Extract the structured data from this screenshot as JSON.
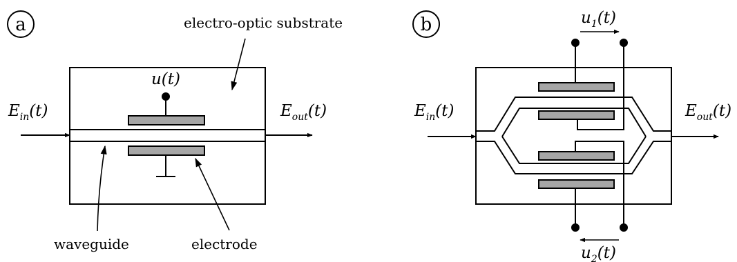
{
  "panel_a": {
    "letter": "a",
    "substrate_label": "electro-optic substrate",
    "voltage": {
      "main": "u(t)"
    },
    "input": {
      "main": "E",
      "sub": "in",
      "arg": "(t)"
    },
    "output": {
      "main": "E",
      "sub": "out",
      "arg": "(t)"
    },
    "waveguide_label": "waveguide",
    "electrode_label": "electrode"
  },
  "panel_b": {
    "letter": "b",
    "input": {
      "main": "E",
      "sub": "in",
      "arg": "(t)"
    },
    "output": {
      "main": "E",
      "sub": "out",
      "arg": "(t)"
    },
    "voltage_1": {
      "main": "u",
      "sub": "1",
      "arg": "(t)"
    },
    "voltage_2": {
      "main": "u",
      "sub": "2",
      "arg": "(t)"
    }
  }
}
